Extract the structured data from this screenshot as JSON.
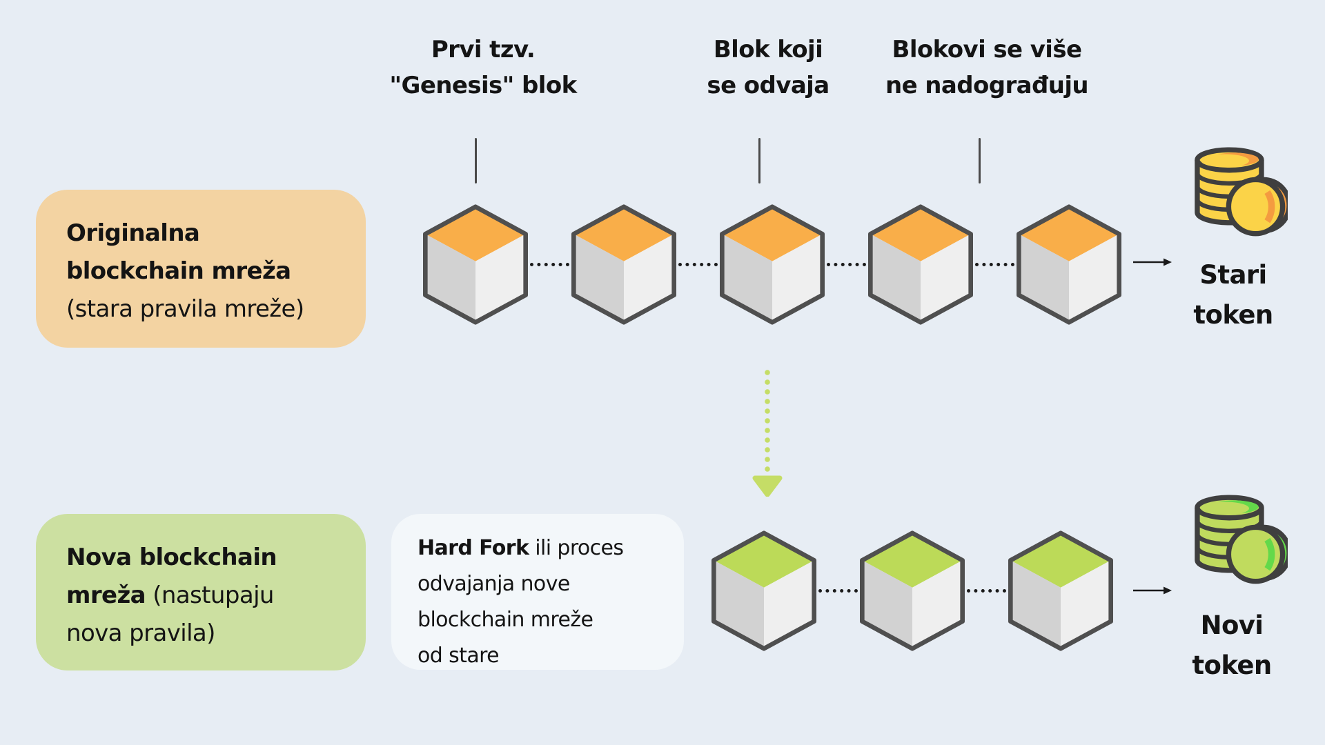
{
  "diagram": {
    "top_labels": [
      {
        "line1": "Prvi tzv.",
        "line2": "\"Genesis\" blok"
      },
      {
        "line1": "Blok koji",
        "line2": "se odvaja"
      },
      {
        "line1": "Blokovi se više",
        "line2": "ne nadograđuju"
      }
    ],
    "original_box": {
      "line1": "Originalna",
      "line2": "blockchain mreža",
      "line3": "(stara pravila mreže)"
    },
    "new_box": {
      "line1": "Nova blockchain",
      "line2_bold": "mreža",
      "line2_rest": " (nastupaju",
      "line3": "nova pravila)"
    },
    "hard_fork_box": {
      "line1_bold": "Hard Fork",
      "line1_rest": " ili proces",
      "line2": "odvajanja nove",
      "line3": "blockchain mreže",
      "line4": "od stare"
    },
    "old_token": {
      "line1": "Stari",
      "line2": "token"
    },
    "new_token": {
      "line1": "Novi",
      "line2": "token"
    },
    "chains": {
      "old": {
        "count": 5,
        "top_color": "#F9AE49",
        "block_name": "old-chain-block-cube"
      },
      "new": {
        "count": 3,
        "top_color": "#BCDA58",
        "block_name": "new-chain-block-cube"
      }
    },
    "icons": {
      "old_token_icon": "coin-stack-icon",
      "new_token_icon": "coin-stack-icon",
      "fork_arrow_icon": "dotted-down-arrow-icon",
      "chain_link_icon": "dotted-line-link",
      "token_pointer_icon": "right-arrow-icon"
    },
    "colors": {
      "background": "#E7EDF4",
      "text": "#141414",
      "original_box_bg": "#F3D3A2",
      "new_box_bg": "#CCE0A1",
      "hard_fork_box_bg": "#F3F7FA",
      "cube_top_old": "#F9AE49",
      "cube_top_new": "#BCDA58",
      "cube_left": "#D2D2D2",
      "cube_right": "#EFEFEF",
      "cube_stroke": "#4F4F4F",
      "coin_yellow": "#FBD348",
      "coin_orange": "#F49B40",
      "coin_green": "#C0DB5E",
      "coin_green_bright": "#63D94A",
      "coin_stroke": "#3F3F3F",
      "arrow_green": "#C5DD66",
      "pointer_line": "#1A1A1A"
    }
  }
}
